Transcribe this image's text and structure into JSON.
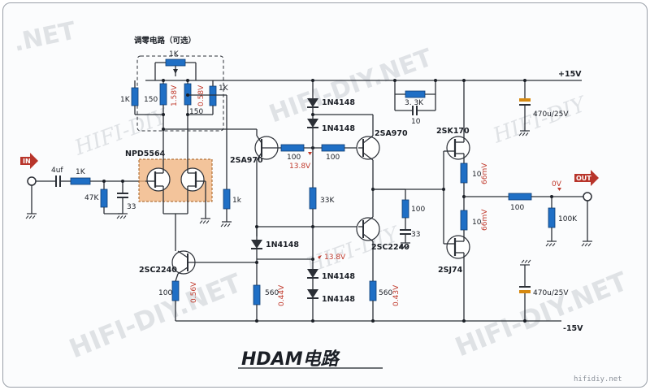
{
  "title": "HDAM电路",
  "website": "hifidiy.net",
  "watermarks": [
    "HIFI-DIY.NET",
    "HIFI-DIY.NET",
    "HIFI-DIY.NET",
    ".NET",
    "HIFI-DIY",
    "HIFI-DIY",
    "HIFI-DIY"
  ],
  "adjust_circuit_label": "调零电路（可选）",
  "rails": {
    "positive": "+15V",
    "negative": "-15V"
  },
  "ports": {
    "in": "IN",
    "out": "OUT"
  },
  "components": {
    "c_in": "4uf",
    "r_in": "1K",
    "r_47k": "47K",
    "c_33_in": "33",
    "jfet_pair": "NPD5564",
    "pot_1k": "1K",
    "r_1k_left": "1K",
    "r_150_left": "150",
    "r_150_right": "150",
    "r_1k_right": "1K",
    "r_1k_mid": "1k",
    "q_2sa970_left": "2SA970",
    "q_2sa970_right": "2SA970",
    "r_100_a": "100",
    "r_100_b": "100",
    "d_1n4148_top1": "1N4148",
    "d_1n4148_top2": "1N4148",
    "r_3_3k": "3. 3K",
    "c_10": "10",
    "r_33k": "33K",
    "r_100_c": "100",
    "c_33_mid": "33",
    "q_2sc2240_right": "2SC2240",
    "q_2sc2240_left": "2SC2240",
    "r_100_d": "100",
    "d_1n4148_mid": "1N4148",
    "r_560_a": "560",
    "d_1n4148_bot1": "1N4148",
    "d_1n4148_bot2": "1N4148",
    "r_560_b": "560",
    "q_2sk170": "2SK170",
    "q_2sj74": "2SJ74",
    "r_10_top": "10",
    "r_10_bot": "10",
    "r_100_out": "100",
    "r_100k_out": "100K",
    "c_470_top": "470u/25V",
    "c_470_bot": "470u/25V"
  },
  "voltages": {
    "v_158": "1.58V",
    "v_058": "0.58V",
    "v_138_a": "13.8V",
    "v_138_b": "13.8V",
    "v_056": "0.56V",
    "v_044": "0.44V",
    "v_043": "0.43V",
    "v_66mv_top": "66mV",
    "v_66mv_bot": "66mV",
    "v_out": "0V"
  },
  "colors": {
    "wire": "#2b2f36",
    "resistor": "#1f6fc5",
    "voltage_text": "#c0392b",
    "jfet_box": "#f0b27a",
    "port_arrow": "#b8352b",
    "capacitor_plate": "#d68910",
    "watermark": "#c9cdd3"
  }
}
